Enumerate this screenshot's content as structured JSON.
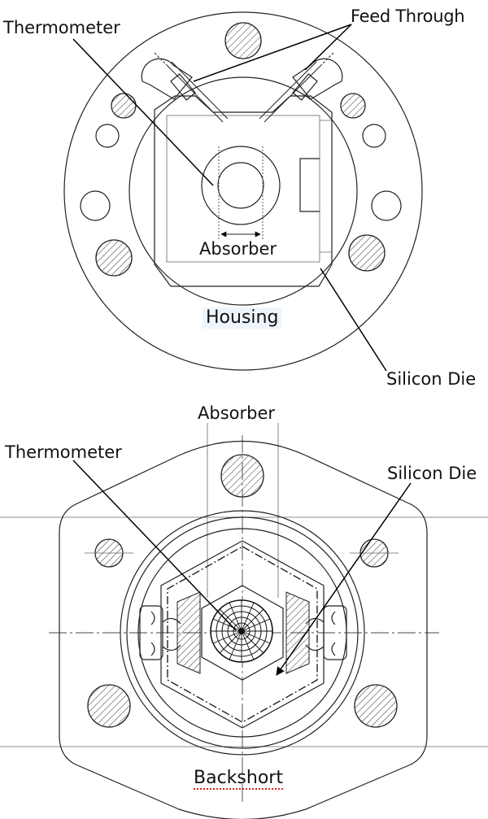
{
  "top_figure": {
    "thermometer_label": "Thermometer",
    "feed_through_label": "Feed Through",
    "absorber_label": "Absorber",
    "housing_label": "Housing",
    "silicon_die_label": "Silicon Die"
  },
  "bottom_figure": {
    "absorber_label": "Absorber",
    "thermometer_label": "Thermometer",
    "silicon_die_label": "Silicon Die",
    "backshort_label": "Backshort"
  }
}
